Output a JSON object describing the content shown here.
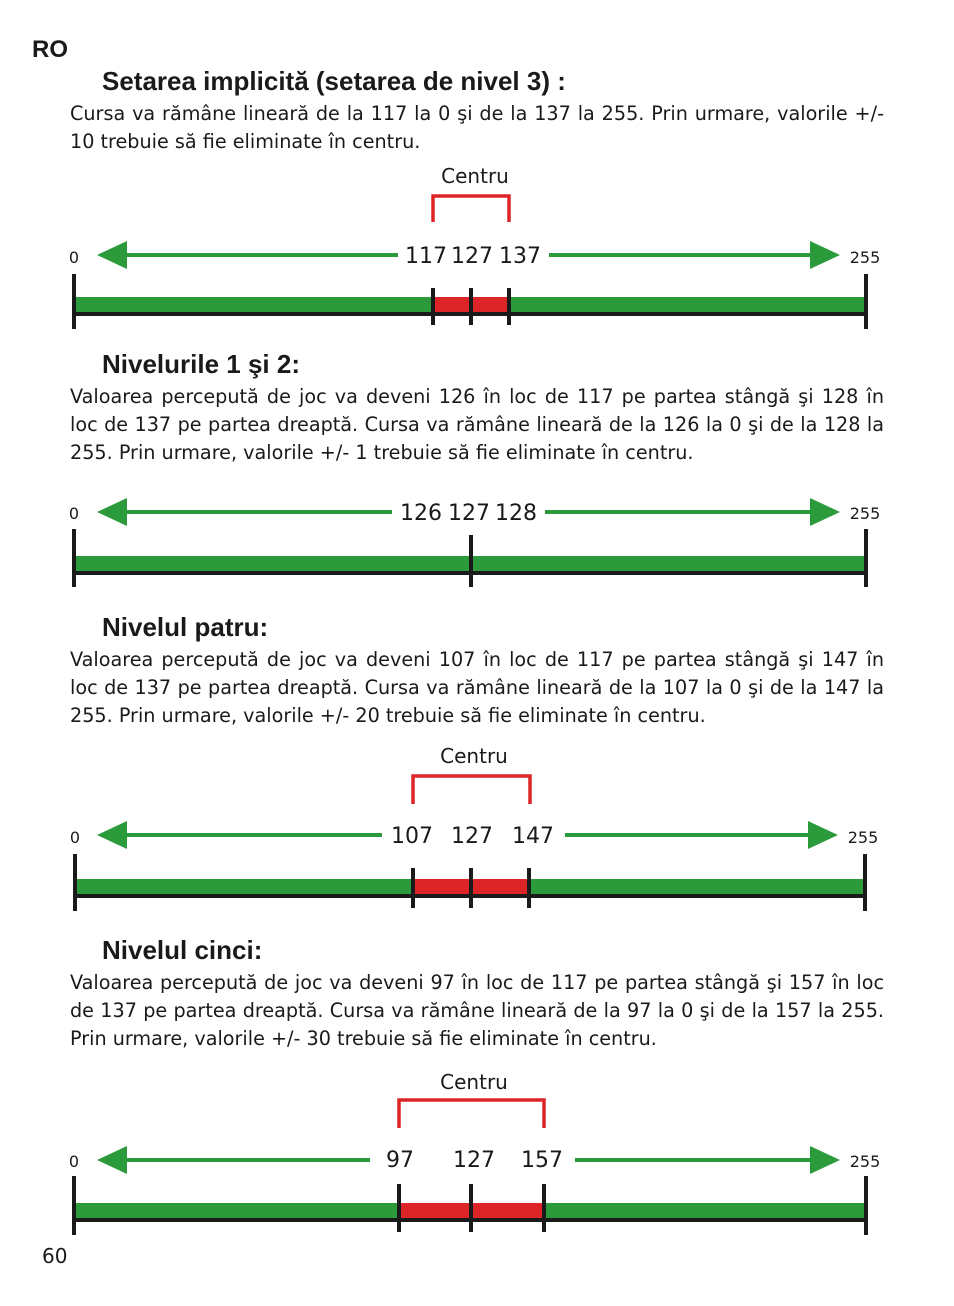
{
  "header": {
    "lang": "RO"
  },
  "sections": [
    {
      "title": "Setarea implicită (setarea de nivel 3) :",
      "body": "Cursa va rămâne lineară de la 117 la 0 şi de la 137 la 255. Prin urmare, valorile +/- 10 trebuie să fie eliminate în centru."
    },
    {
      "title": "Nivelurile 1 şi 2:",
      "body": "Valoarea percepută de joc va deveni 126 în loc de 117 pe partea stângă şi 128 în loc de 137 pe partea dreaptă. Cursa va rămâne lineară de la 126 la 0 şi de la 128 la 255. Prin urmare, valorile +/- 1 trebuie să fie eliminate în centru."
    },
    {
      "title": "Nivelul patru:",
      "body": "Valoarea percepută de joc va deveni 107 în loc de 117 pe partea stângă şi 147 în loc de 137 pe partea dreaptă. Cursa va rămâne lineară de la 107 la 0 şi de la 147 la 255. Prin urmare, valorile +/- 20 trebuie să fie eliminate în centru."
    },
    {
      "title": "Nivelul cinci:",
      "body": "Valoarea percepută de joc va deveni 97 în loc de 117 pe partea stângă şi 157 în loc de 137 pe partea dreaptă. Cursa va rămâne lineară de la 97 la 0 şi de la 157 la 255. Prin urmare, valorile +/- 30 trebuie să fie eliminate în centru."
    }
  ],
  "diagrams": [
    {
      "min_label": "0",
      "max_label": "255",
      "center_label": "Centru",
      "values": [
        "117",
        "127",
        "137"
      ],
      "deadzone": true
    },
    {
      "min_label": "0",
      "max_label": "255",
      "center_label": "",
      "values": [
        "126",
        "127",
        "128"
      ],
      "deadzone": false
    },
    {
      "min_label": "0",
      "max_label": "255",
      "center_label": "Centru",
      "values": [
        "107",
        "127",
        "147"
      ],
      "deadzone": true
    },
    {
      "min_label": "0",
      "max_label": "255",
      "center_label": "Centru",
      "values": [
        "97",
        "127",
        "157"
      ],
      "deadzone": true
    }
  ],
  "colors": {
    "green": "#2a9a3a",
    "red": "#dd2528",
    "dark": "#1a1a1a"
  },
  "footer": {
    "page_number": "60"
  }
}
